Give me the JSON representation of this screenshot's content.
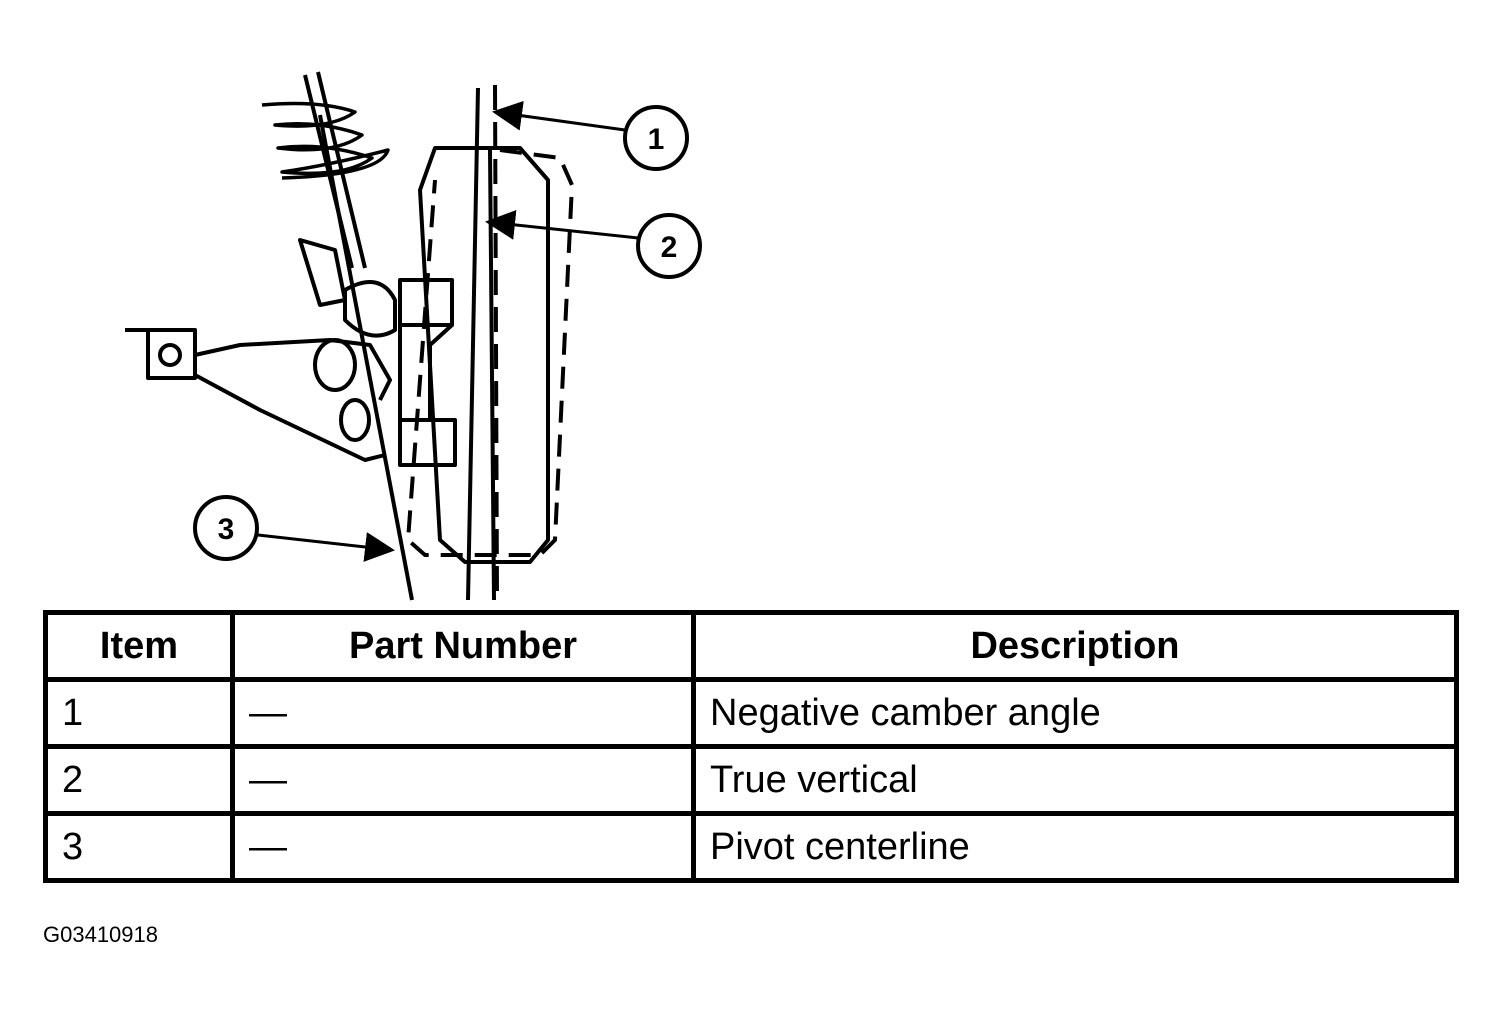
{
  "callouts": [
    "1",
    "2",
    "3"
  ],
  "table": {
    "headers": {
      "item": "Item",
      "part_number": "Part Number",
      "description": "Description"
    },
    "rows": [
      {
        "item": "1",
        "part_number": "—",
        "description": "Negative camber angle"
      },
      {
        "item": "2",
        "part_number": "—",
        "description": "True vertical"
      },
      {
        "item": "3",
        "part_number": "—",
        "description": "Pivot centerline"
      }
    ]
  },
  "figure_id": "G03410918"
}
